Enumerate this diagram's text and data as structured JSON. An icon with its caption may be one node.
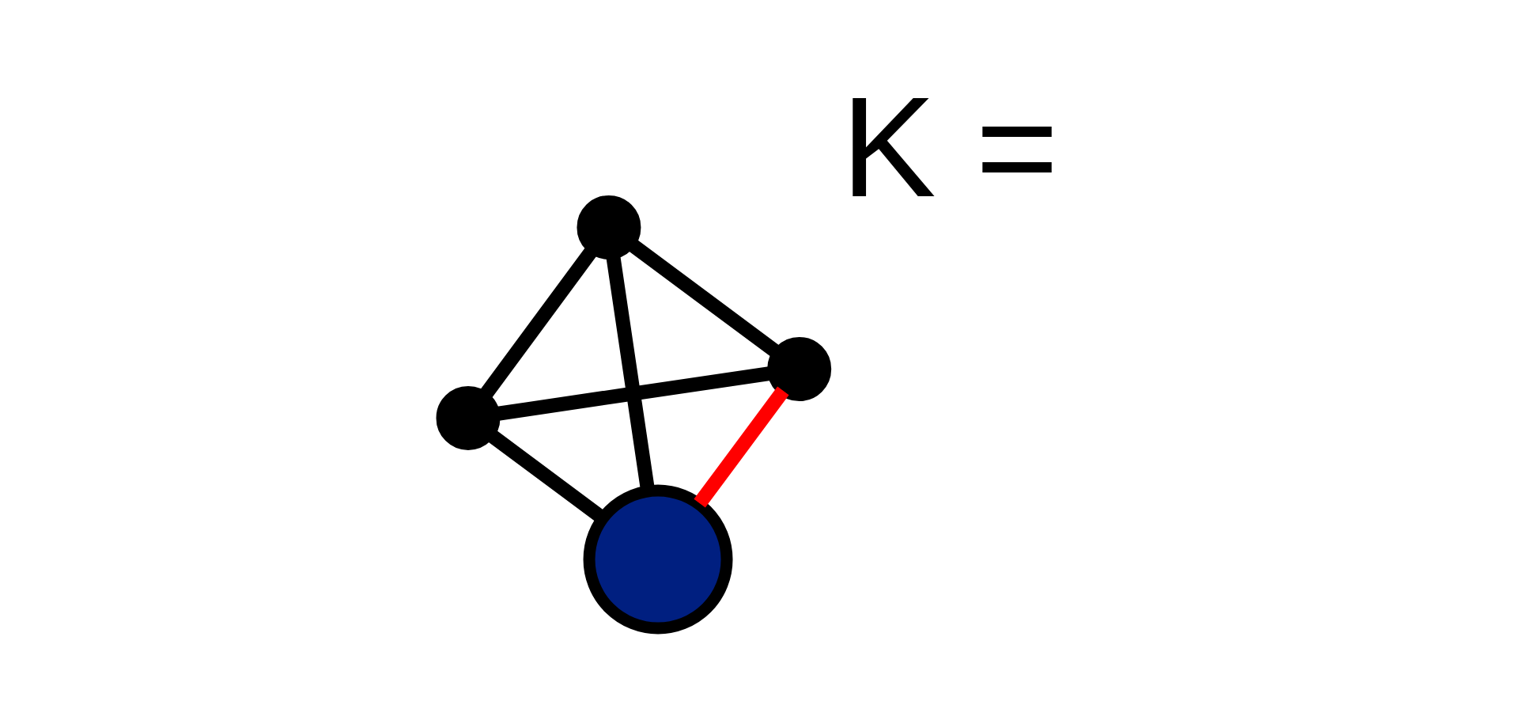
{
  "diagram": {
    "nodes": [
      {
        "text": [],
        "shape": "circle"
      },
      {
        "text": [],
        "shape": "circle"
      },
      {
        "text": [],
        "shape": "circle"
      },
      {
        "text": [],
        "shape": "circle"
      }
    ],
    "edges": [
      {
        "from": 0,
        "to": 1,
        "arrow": "none"
      },
      {
        "from": 0,
        "to": 2,
        "arrow": "none"
      },
      {
        "from": 0,
        "to": 3,
        "arrow": "none"
      },
      {
        "from": 1,
        "to": 3,
        "arrow": "none"
      },
      {
        "from": 2,
        "to": 3,
        "arrow": "none"
      },
      {
        "from": 2,
        "to": 1,
        "arrow": "none",
        "color": "#ff0000"
      }
    ],
    "labels": [
      "K ="
    ]
  }
}
